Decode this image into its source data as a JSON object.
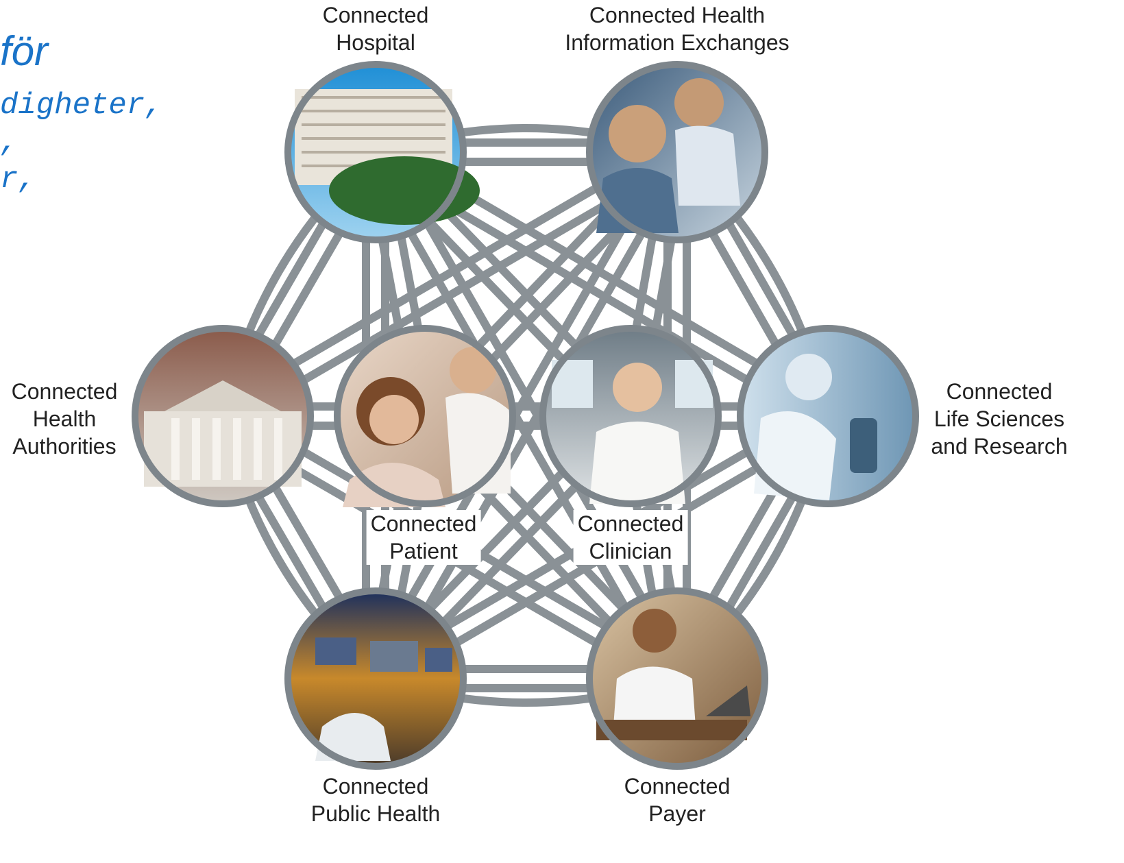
{
  "intro_text": {
    "line1": "för",
    "line2": "digheter,",
    "line3": ",",
    "line4": "r,"
  },
  "nodes": {
    "hospital": {
      "line1": "Connected",
      "line2": "Hospital"
    },
    "hie": {
      "line1": "Connected Health",
      "line2": "Information Exchanges"
    },
    "authorities": {
      "line1": "Connected",
      "line2": "Health",
      "line3": "Authorities"
    },
    "patient": {
      "line1": "Connected",
      "line2": "Patient"
    },
    "clinician": {
      "line1": "Connected",
      "line2": "Clinician"
    },
    "lifesci": {
      "line1": "Connected",
      "line2": "Life Sciences",
      "line3": "and Research"
    },
    "publichealth": {
      "line1": "Connected",
      "line2": "Public Health"
    },
    "payer": {
      "line1": "Connected",
      "line2": "Payer"
    }
  },
  "colors": {
    "edge": "#8a9196",
    "ring": "#7d858b",
    "text_blue": "#1a73c8"
  }
}
